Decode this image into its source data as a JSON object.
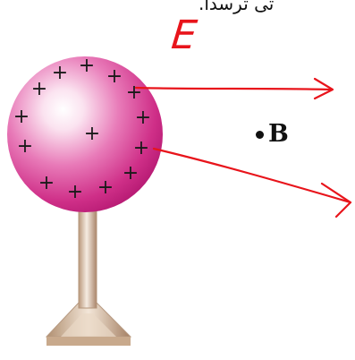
{
  "diagram": {
    "header_text": "تی ترسدا.",
    "field_label": "E",
    "point_label": "B",
    "charge_symbol": "+",
    "colors": {
      "sphere": "#d23c8e",
      "arrows": "#e8141b",
      "stand": "#caa98f"
    },
    "field_line_count": 2,
    "charge_count": 14
  }
}
